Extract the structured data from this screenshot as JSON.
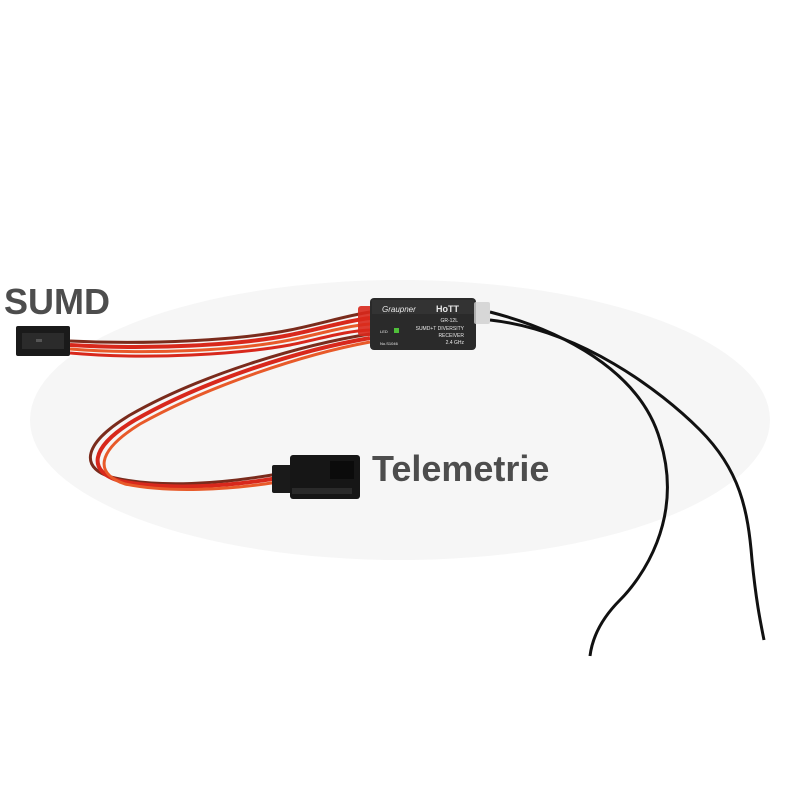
{
  "labels": {
    "sumd": "SUMD",
    "telemetrie": "Telemetrie"
  },
  "receiver": {
    "brand": "Graupner",
    "logo": "HoTT",
    "model": "GR-12L",
    "line1": "SUMD+T DIVERSITY",
    "line2": "RECEIVER",
    "line3": "2.4 GHz",
    "led_label": "LED",
    "serial": "No.S1046"
  },
  "colors": {
    "label_text": "#4d4d4d",
    "wire_red": "#d8281c",
    "wire_orange": "#e85a2a",
    "wire_brown": "#7a2b1c",
    "connector_black": "#1a1a1a",
    "antenna_black": "#111111",
    "receiver_body": "#2a2a2a",
    "led_green": "#4fbf3a"
  }
}
